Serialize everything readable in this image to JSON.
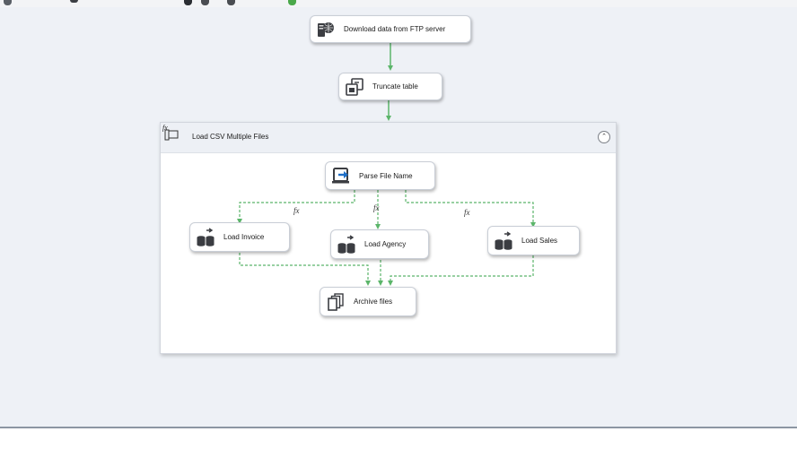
{
  "tasks": {
    "ftp": {
      "label": "Download data from FTP server",
      "icon": "ftp-task-icon"
    },
    "truncate": {
      "label": "Truncate table",
      "icon": "sql-task-icon"
    },
    "parse": {
      "label": "Parse File Name",
      "icon": "script-task-icon"
    },
    "invoice": {
      "label": "Load Invoice",
      "icon": "data-flow-icon"
    },
    "agency": {
      "label": "Load Agency",
      "icon": "data-flow-icon"
    },
    "sales": {
      "label": "Load Sales",
      "icon": "data-flow-icon"
    },
    "archive": {
      "label": "Archive files",
      "icon": "file-system-task-icon"
    }
  },
  "container": {
    "title": "Load CSV Multiple Files",
    "icon": "foreach-loop-container-icon",
    "collapse_glyph": "⌃"
  },
  "expression_marker": "fx",
  "colors": {
    "success_arrow": "#5bb56a",
    "canvas": "#eef1f6",
    "task_border": "#c9ced6"
  }
}
